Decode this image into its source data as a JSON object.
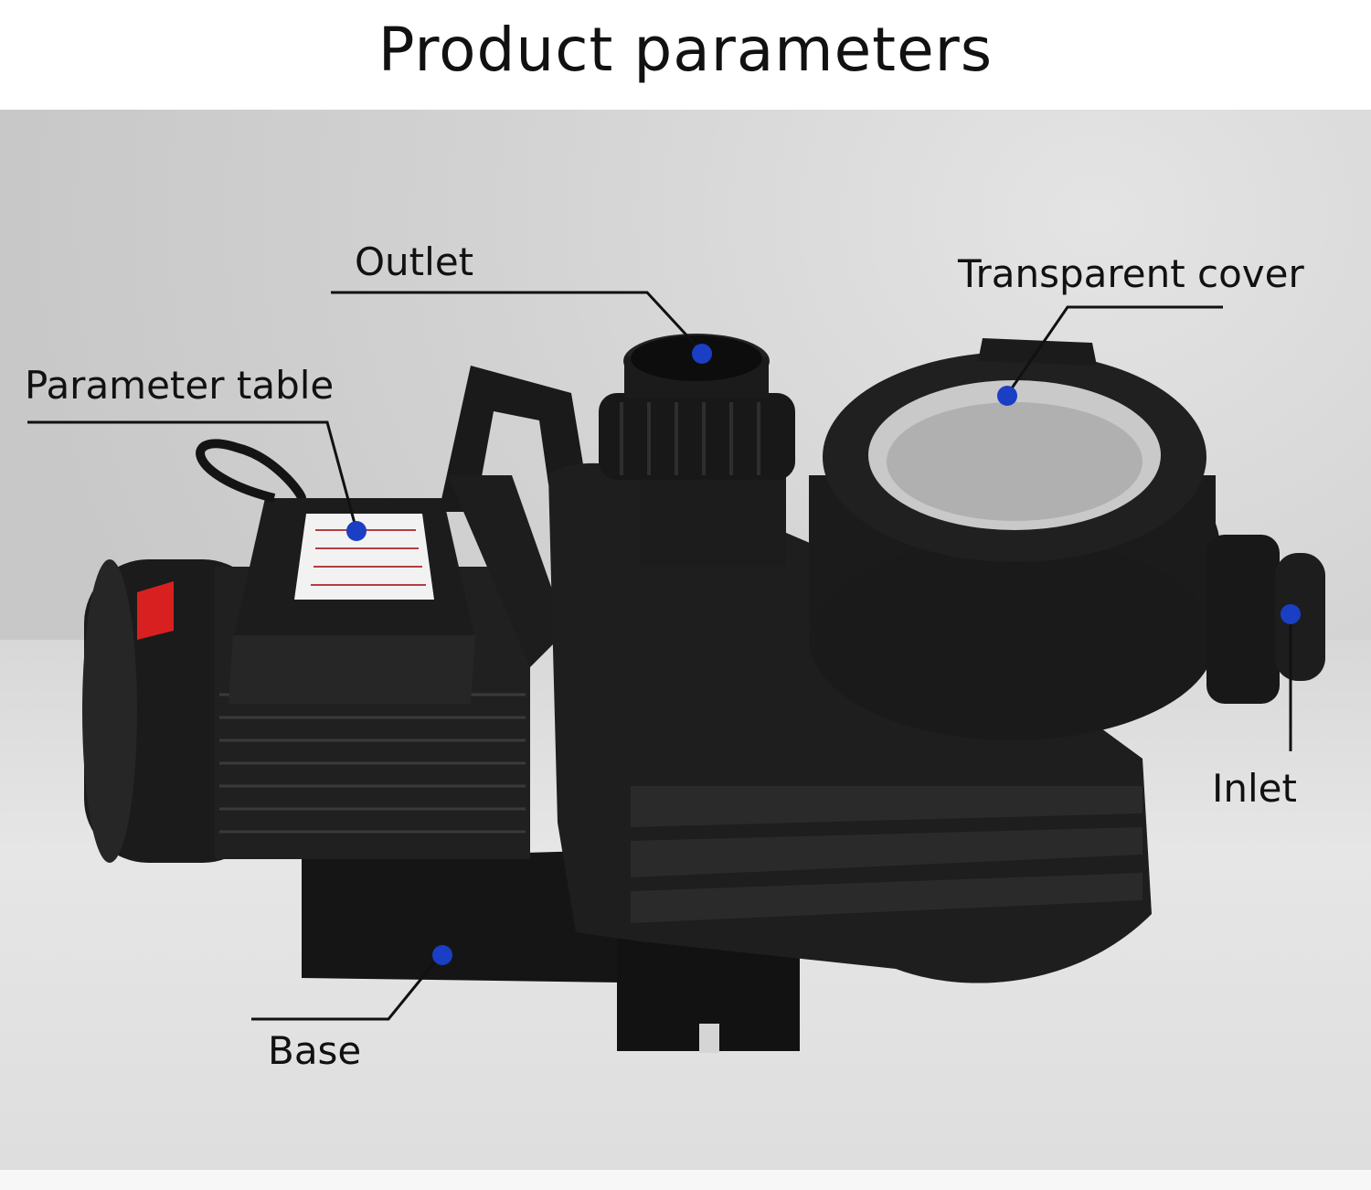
{
  "title": "Product parameters",
  "labels": {
    "outlet": "Outlet",
    "transparent_cover": "Transparent cover",
    "parameter_table": "Parameter table",
    "inlet": "Inlet",
    "base": "Base"
  },
  "colors": {
    "marker": "#1a3fc4",
    "pump_body": "#1f1f1f",
    "background": "#d0d0d0"
  }
}
